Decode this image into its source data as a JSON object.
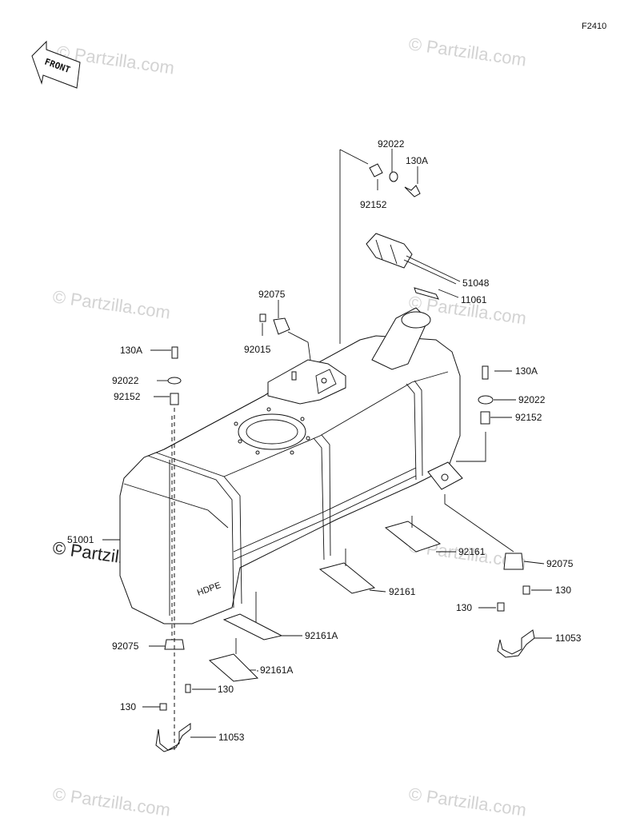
{
  "figure_id": "F2410",
  "front_label": "FRONT",
  "tank_marking": "HDPE",
  "watermark_text": "© Partzilla.com",
  "callouts": {
    "p92022_top": "92022",
    "p130A_top": "130A",
    "p92152_top": "92152",
    "p51048": "51048",
    "p11061": "11061",
    "p92075_top": "92075",
    "p92015": "92015",
    "p130A_left": "130A",
    "p92022_left": "92022",
    "p92152_left": "92152",
    "p130A_right": "130A",
    "p92022_right": "92022",
    "p92152_right": "92152",
    "p51001": "51001",
    "p92161_r": "92161",
    "p92075_r": "92075",
    "p130_r1": "130",
    "p130_r2": "130",
    "p92161_m": "92161",
    "p11053_r": "11053",
    "p92161A_1": "92161A",
    "p92075_l": "92075",
    "p92161A_2": "92161A",
    "p130_l1": "130",
    "p130_l2": "130",
    "p11053_l": "11053"
  },
  "colors": {
    "line": "#111111",
    "watermark": "#d3d3d3"
  }
}
